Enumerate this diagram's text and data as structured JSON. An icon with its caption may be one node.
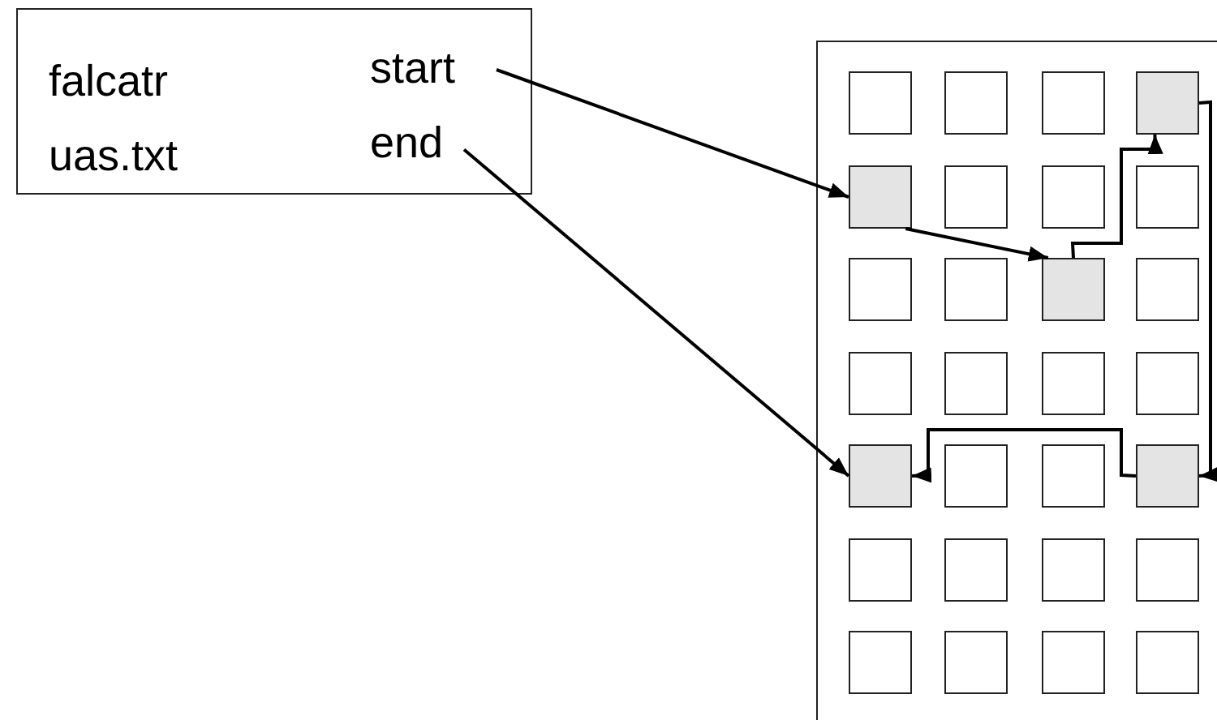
{
  "diagram": {
    "nodes": [
      {
        "text": [
          "falcatr uas.txt"
        ]
      },
      {
        "text": [
          "start"
        ],
        "in": 0
      },
      {
        "text": [
          "end"
        ],
        "in": 0
      },
      {
        "text": [],
        "shape": "box"
      },
      {
        "text": [],
        "shape": "box",
        "in": 3
      },
      {
        "text": [],
        "shape": "box",
        "in": 3
      },
      {
        "text": [],
        "shape": "box",
        "in": 3
      },
      {
        "text": [],
        "shape": "box",
        "in": 3
      },
      {
        "text": [],
        "shape": "box",
        "in": 3
      },
      {
        "text": [],
        "shape": "box",
        "in": 3
      },
      {
        "text": [],
        "shape": "box",
        "in": 3
      },
      {
        "text": [],
        "shape": "box",
        "in": 3
      },
      {
        "text": [],
        "shape": "box",
        "in": 3
      },
      {
        "text": [],
        "shape": "box",
        "in": 3
      },
      {
        "text": [],
        "shape": "box",
        "in": 3
      },
      {
        "text": [],
        "shape": "box",
        "in": 3
      },
      {
        "text": [],
        "shape": "box",
        "in": 3
      },
      {
        "text": [],
        "shape": "box",
        "in": 3
      },
      {
        "text": [],
        "shape": "box",
        "in": 3
      },
      {
        "text": [],
        "shape": "box",
        "in": 3
      },
      {
        "text": [],
        "shape": "box",
        "in": 3
      },
      {
        "text": [],
        "shape": "box",
        "in": 3
      },
      {
        "text": [],
        "shape": "box",
        "in": 3
      },
      {
        "text": [],
        "shape": "box",
        "in": 3
      },
      {
        "text": [],
        "shape": "box",
        "in": 3
      },
      {
        "text": [],
        "shape": "box",
        "in": 3
      },
      {
        "text": [],
        "shape": "box",
        "in": 3
      },
      {
        "text": [],
        "shape": "box",
        "in": 3
      },
      {
        "text": [],
        "shape": "box",
        "in": 3
      },
      {
        "text": [],
        "shape": "box",
        "in": 3
      },
      {
        "text": [],
        "shape": "box",
        "in": 3
      },
      {
        "text": [],
        "shape": "box",
        "in": 3
      }
    ],
    "edges": [
      {
        "from": 1,
        "to": 8,
        "arrow": "to"
      },
      {
        "from": 8,
        "to": 14,
        "arrow": "to"
      },
      {
        "from": 14,
        "to": 7,
        "arrow": "to"
      },
      {
        "from": 7,
        "to": 23,
        "arrow": "to"
      },
      {
        "from": 23,
        "to": 20,
        "arrow": "to"
      },
      {
        "from": 2,
        "to": 20,
        "arrow": "to"
      }
    ]
  }
}
